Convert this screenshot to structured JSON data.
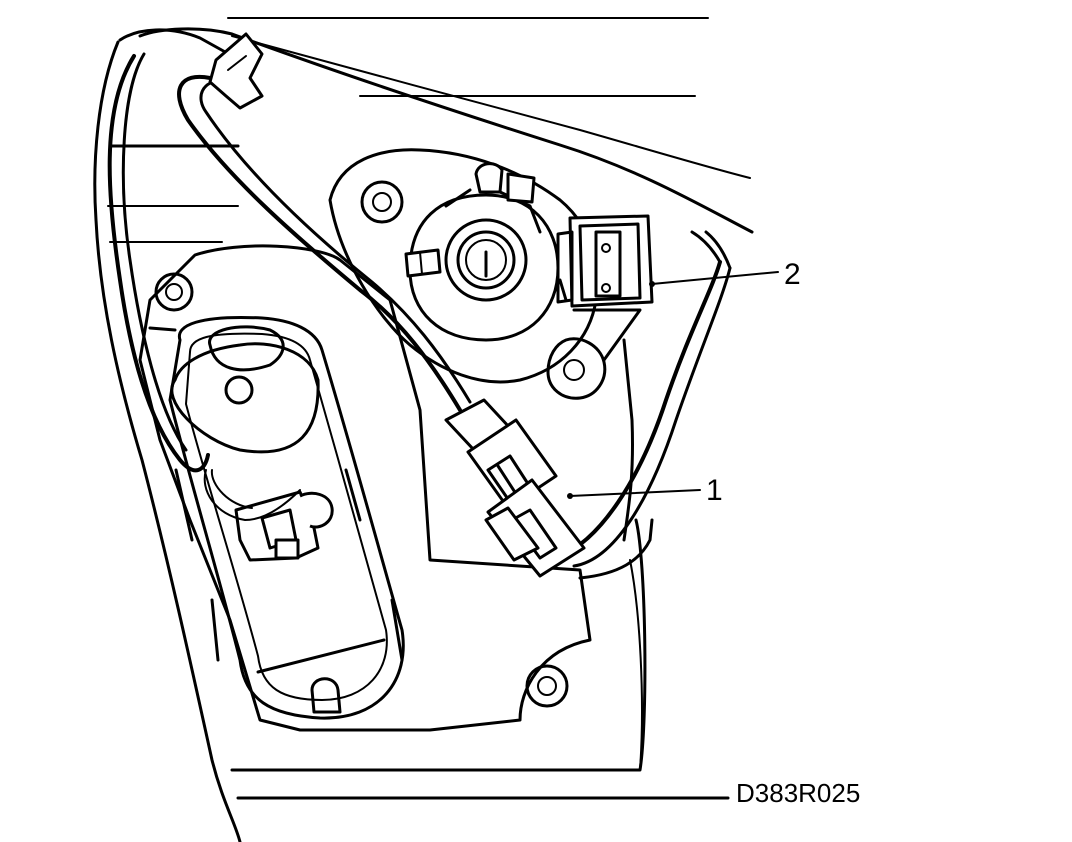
{
  "figure": {
    "reference_code": "D383R025",
    "callouts": [
      {
        "number": "1"
      },
      {
        "number": "2"
      }
    ]
  }
}
